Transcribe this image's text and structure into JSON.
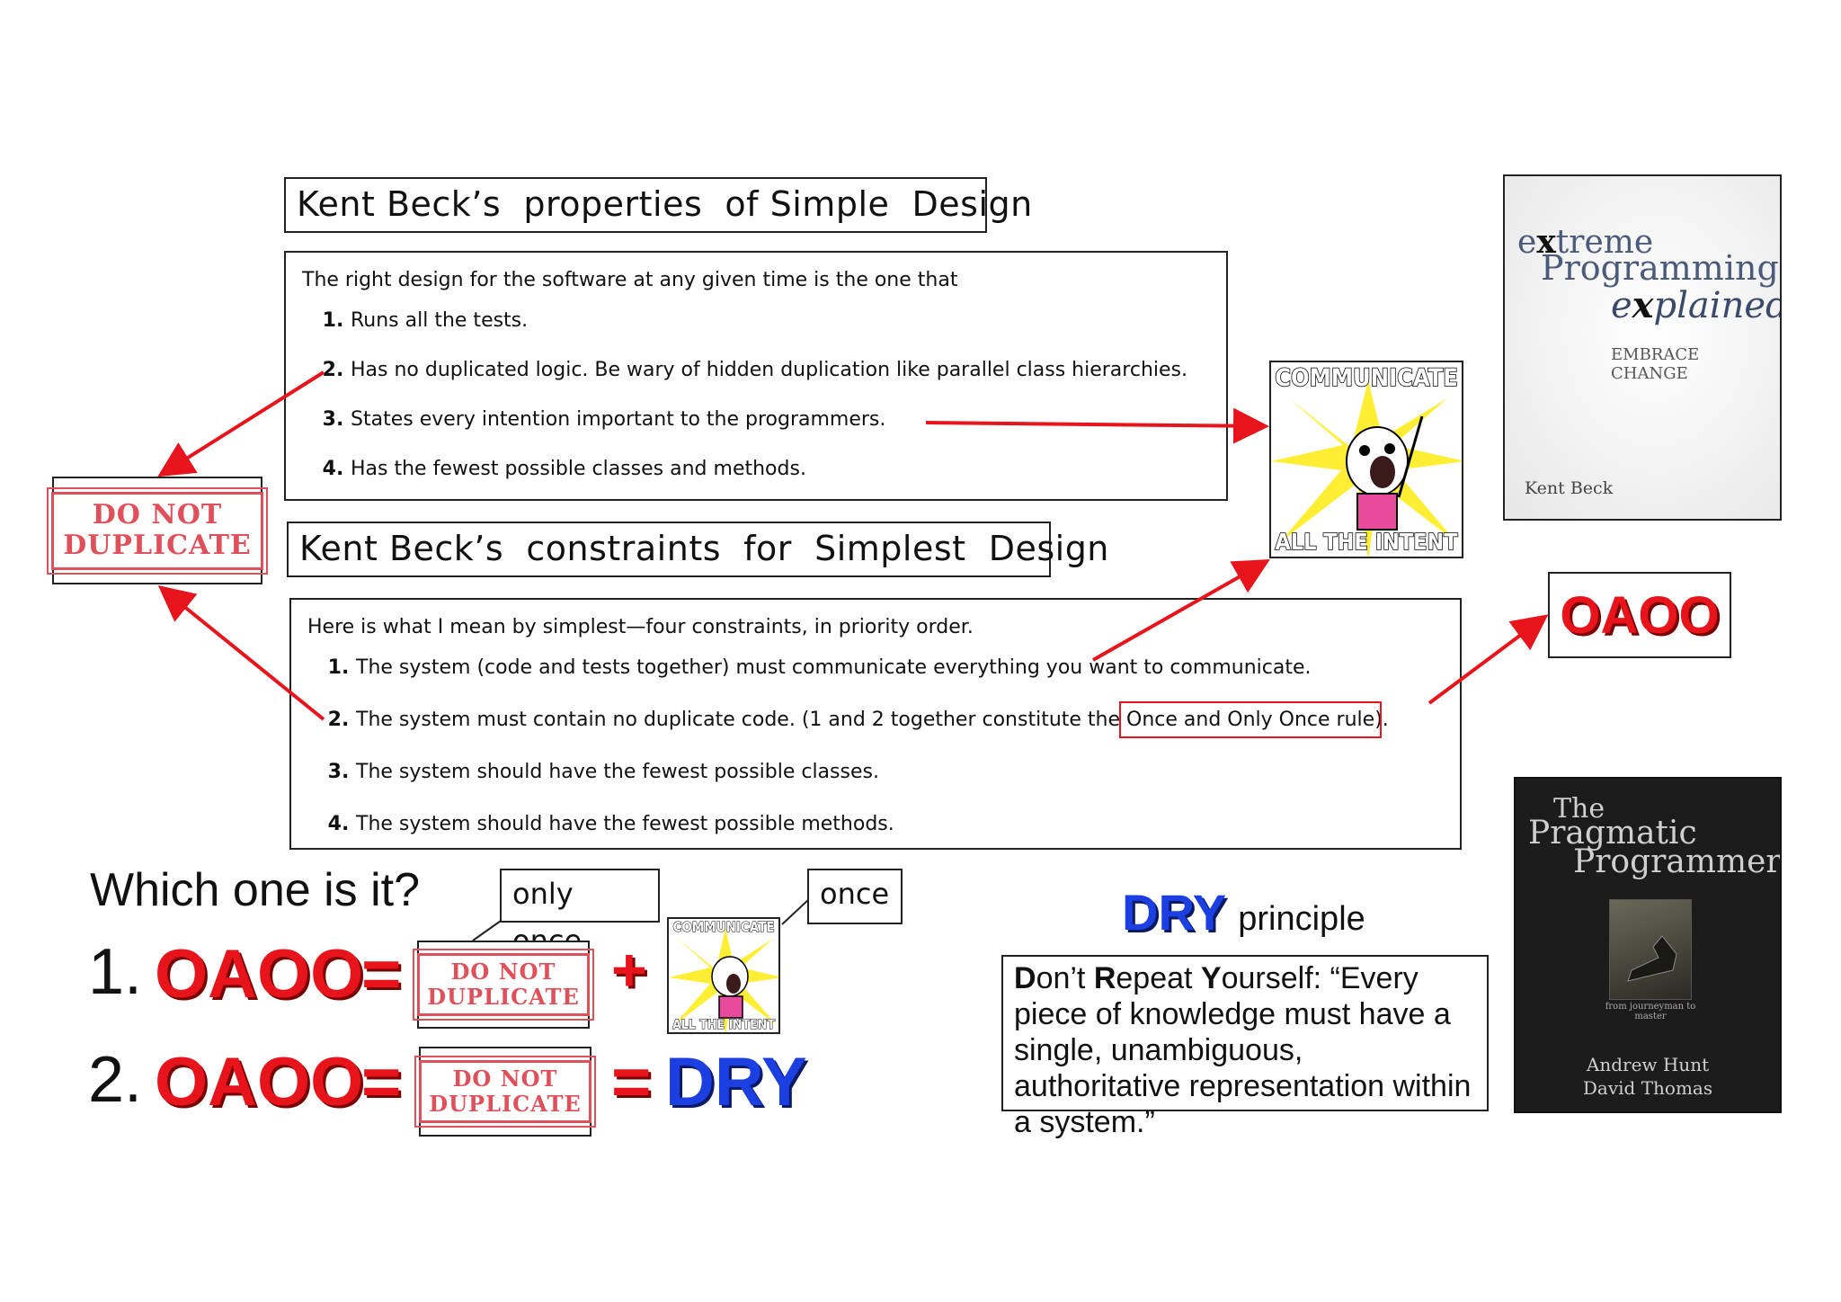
{
  "props_title": "Kent Beck’s  properties  of Simple  Design",
  "props_quote": {
    "intro": "The right design for the software at any given time is the one that",
    "items": [
      "Runs all the tests.",
      "Has no duplicated logic. Be wary of hidden duplication like parallel class hierarchies.",
      "States every intention important to the programmers.",
      "Has the fewest possible classes and methods."
    ]
  },
  "constraints_title": "Kent Beck’s  constraints  for  Simplest  Design",
  "constraints_quote": {
    "intro": "Here is what I mean by simplest—four constraints, in priority order.",
    "item1": "The system (code and tests together) must communicate everything you want to communicate.",
    "item2_before": "The system must contain no duplicate code. (1 and 2 together constitute the ",
    "item2_highlight": "Once and Only Once rule",
    "item2_after": ").",
    "item3": "The system should have the fewest possible classes.",
    "item4": "The system should have the fewest possible methods."
  },
  "stamp": {
    "line1": "DO NOT",
    "line2": "DUPLICATE"
  },
  "meme": {
    "top": "COMMUNICATE",
    "bottom": "ALL THE INTENT"
  },
  "oaoo_label": "OAOO",
  "question": "Which one is it?",
  "callout_only_once": "only once",
  "callout_once": "once",
  "eq1": {
    "num": "1.",
    "lhs": "OAOO",
    "eq": "=",
    "plus": "+"
  },
  "eq2": {
    "num": "2.",
    "lhs": "OAOO",
    "eq": "=",
    "eq2": "=",
    "rhs": "DRY"
  },
  "dry": {
    "heading": "DRY",
    "heading_suffix": "principle",
    "d": "D",
    "d_rest": "on’t ",
    "r": "R",
    "r_rest": "epeat ",
    "y": "Y",
    "y_rest": "ourself: “Every piece of knowledge must have a single, unambiguous, authoritative representation within a system.”"
  },
  "xp_book": {
    "ex": "e",
    "x1": "x",
    "treme": "treme",
    "programming": "Programming",
    "x2": "x",
    "plained_pre": "e",
    "plained": "plained",
    "tagline": "EMBRACE CHANGE",
    "author": "Kent Beck"
  },
  "pp_book": {
    "the": "The",
    "pragmatic": "Pragmatic",
    "programmer": "Programmer",
    "subtitle": "from journeyman to master",
    "author1": "Andrew Hunt",
    "author2": "David Thomas"
  },
  "colors": {
    "accent_red": "#e8141b",
    "stamp_red": "#e0505a",
    "dry_blue": "#1b3fe0",
    "meme_yellow": "#ffee33"
  }
}
